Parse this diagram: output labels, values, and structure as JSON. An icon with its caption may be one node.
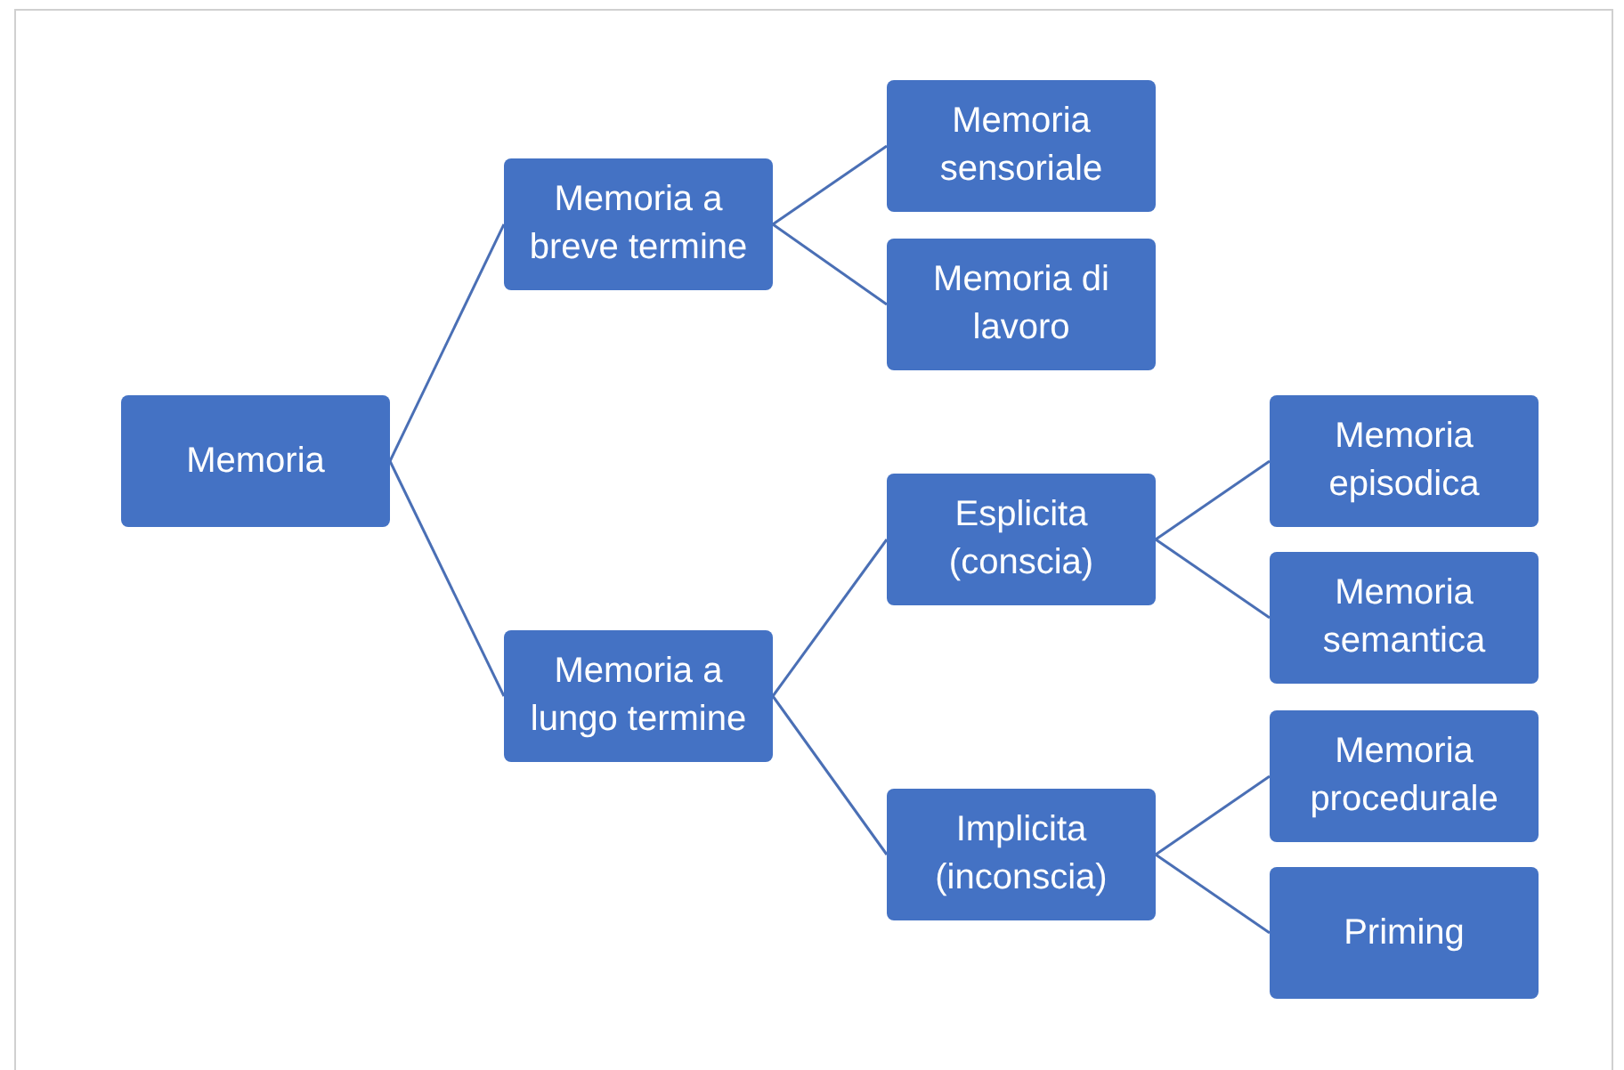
{
  "diagram": {
    "nodes": [
      {
        "text": [
          "Memoria"
        ]
      },
      {
        "text": [
          "Memoria a breve termine"
        ]
      },
      {
        "text": [
          "Memoria sensoriale"
        ]
      },
      {
        "text": [
          "Memoria di lavoro"
        ]
      },
      {
        "text": [
          "Memoria a lungo termine"
        ]
      },
      {
        "text": [
          "Esplicita (conscia)"
        ]
      },
      {
        "text": [
          "Implicita (inconscia)"
        ]
      },
      {
        "text": [
          "Memoria episodica"
        ]
      },
      {
        "text": [
          "Memoria semantica"
        ]
      },
      {
        "text": [
          "Memoria procedurale"
        ]
      },
      {
        "text": [
          "Priming"
        ]
      }
    ],
    "edges": [
      {
        "from": 0,
        "to": 1,
        "arrow": "none"
      },
      {
        "from": 0,
        "to": 4,
        "arrow": "none"
      },
      {
        "from": 1,
        "to": 2,
        "arrow": "none"
      },
      {
        "from": 1,
        "to": 3,
        "arrow": "none"
      },
      {
        "from": 4,
        "to": 5,
        "arrow": "none"
      },
      {
        "from": 4,
        "to": 6,
        "arrow": "none"
      },
      {
        "from": 5,
        "to": 7,
        "arrow": "none"
      },
      {
        "from": 5,
        "to": 8,
        "arrow": "none"
      },
      {
        "from": 6,
        "to": 9,
        "arrow": "none"
      },
      {
        "from": 6,
        "to": 10,
        "arrow": "none"
      }
    ]
  }
}
